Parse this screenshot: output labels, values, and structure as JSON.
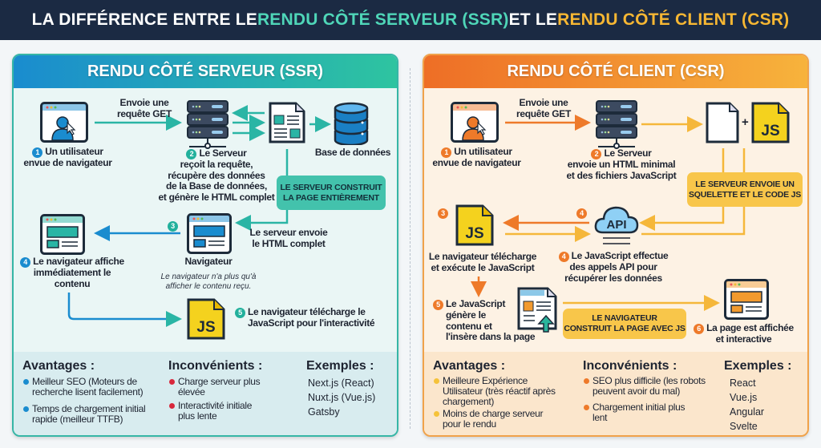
{
  "title": {
    "part1": "LA DIFFÉRENCE ENTRE LE ",
    "part2": "RENDU CÔTÉ SERVEUR (SSR)",
    "part3": " ET LE ",
    "part4": "RENDU CÔTÉ CLIENT (CSR)"
  },
  "colors": {
    "header_bg": "#1b2a43",
    "ssr_accent": "#2ec4a0",
    "ssr_blue": "#1a8ccf",
    "csr_accent": "#ee7a2a",
    "csr_yellow": "#f7b733"
  },
  "ssr": {
    "heading": "RENDU CÔTÉ SERVEUR (SSR)",
    "request_label": [
      "Envoie une",
      "requête GET"
    ],
    "step1": {
      "n": "1",
      "lines": [
        "Un utilisateur",
        "envue de navigateur"
      ]
    },
    "step2": {
      "n": "2",
      "lines": [
        "Le Serveur",
        "reçoit la requête,",
        "récupère des données",
        "de la Base de données,",
        "et génère le HTML complet"
      ]
    },
    "database_label": "Base de données",
    "callout": [
      "LE SERVEUR CONSTRUIT",
      "LA PAGE ENTIÈREMENT"
    ],
    "step3": {
      "n": "3",
      "lines": [
        "Le serveur envoie",
        "le HTML complet"
      ]
    },
    "browser_label": "Navigateur",
    "note": [
      "Le navigateur n'a plus qu'à",
      "afficher le contenu reçu."
    ],
    "step4": {
      "n": "4",
      "lines": [
        "Le navigateur affiche",
        "immédiatement le",
        "contenu"
      ]
    },
    "step5": {
      "n": "5",
      "lines": [
        "Le navigateur télécharge le",
        "JavaScript pour l'interactivité"
      ]
    },
    "js_label": "JS",
    "advantages": {
      "title": "Avantages :",
      "items": [
        [
          "Meilleur SEO (Moteurs de",
          "recherche lisent facilement)"
        ],
        [
          "Temps de chargement initial",
          "rapide (meilleur TTFB)"
        ]
      ]
    },
    "disadvantages": {
      "title": "Inconvénients :",
      "items": [
        [
          "Charge serveur plus",
          "élevée"
        ],
        [
          "Interactivité initiale",
          "plus lente"
        ]
      ]
    },
    "examples": {
      "title": "Exemples :",
      "items": [
        "Next.js (React)",
        "Nuxt.js (Vue.js)",
        "Gatsby"
      ]
    }
  },
  "csr": {
    "heading": "RENDU CÔTÉ CLIENT (CSR)",
    "request_label": [
      "Envoie une",
      "requête GET"
    ],
    "step1": {
      "n": "1",
      "lines": [
        "Un utilisateur",
        "envue de navigateur"
      ]
    },
    "step2": {
      "n": "2",
      "lines": [
        "Le Serveur",
        "envoie un HTML minimal",
        "et des fichiers JavaScript"
      ]
    },
    "plus": "+",
    "js_label": "JS",
    "api_label": "API",
    "callout": [
      "LE SERVEUR ENVOIE UN",
      "SQUELETTE ET LE CODE JS"
    ],
    "step3": {
      "n": "3",
      "lines": [
        "Le navigateur télécharge",
        "et exécute le JavaScript"
      ]
    },
    "step4": {
      "n": "4",
      "lines": [
        "Le JavaScript effectue",
        "des appels API pour",
        "récupérer les données"
      ]
    },
    "step5": {
      "n": "5",
      "lines": [
        "Le JavaScript",
        "génère le",
        "contenu et",
        "l'insère dans la page"
      ]
    },
    "callout2": [
      "LE NAVIGATEUR",
      "CONSTRUIT LA PAGE AVEC JS"
    ],
    "step6": {
      "n": "6",
      "lines": [
        "La page est affichée",
        "et interactive"
      ]
    },
    "advantages": {
      "title": "Avantages :",
      "items": [
        [
          "Meilleure Expérience",
          "Utilisateur (très réactif après",
          "chargement)"
        ],
        [
          "Moins de charge serveur",
          "pour le rendu"
        ]
      ]
    },
    "disadvantages": {
      "title": "Inconvénients :",
      "items": [
        [
          "SEO plus difficile (les robots",
          "peuvent avoir du mal)"
        ],
        [
          "Chargement initial plus",
          "lent"
        ]
      ]
    },
    "examples": {
      "title": "Exemples :",
      "items": [
        "React",
        "Vue.js",
        "Angular",
        "Svelte"
      ]
    }
  }
}
